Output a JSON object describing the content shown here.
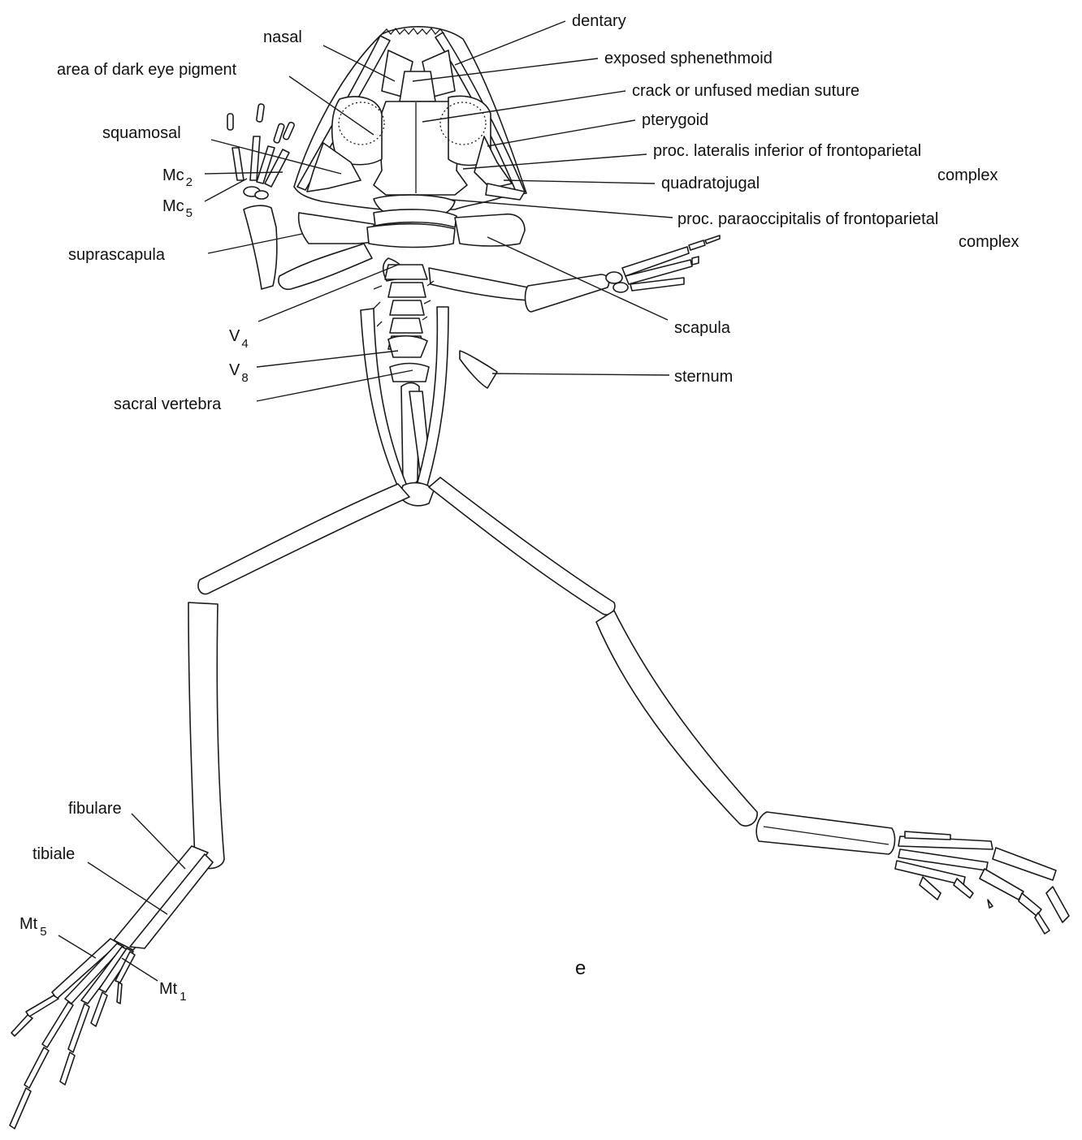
{
  "labels": {
    "dentary": "dentary",
    "nasal": "nasal",
    "exposed_sphenethmoid": "exposed sphenethmoid",
    "dark_eye_pigment": "area of dark eye pigment",
    "crack_median_suture": "crack or unfused median suture",
    "pterygoid": "pterygoid",
    "squamosal": "squamosal",
    "proc_lateralis_line1": "proc. lateralis inferior of frontoparietal",
    "proc_lateralis_line2": "complex",
    "mc_prefix": "Mc",
    "mc2_sub": "2",
    "mc5_sub": "5",
    "quadratojugal": "quadratojugal",
    "proc_paraoccipitalis_line1": "proc. paraoccipitalis of frontoparietal",
    "proc_paraoccipitalis_line2": "complex",
    "suprascapula": "suprascapula",
    "scapula": "scapula",
    "v_prefix": "V",
    "v4_sub": "4",
    "v8_sub": "8",
    "sternum": "sternum",
    "sacral_vertebra": "sacral vertebra",
    "fibulare": "fibulare",
    "tibiale": "tibiale",
    "mt_prefix": "Mt",
    "mt5_sub": "5",
    "mt1_sub": "1",
    "panel_letter": "e"
  }
}
